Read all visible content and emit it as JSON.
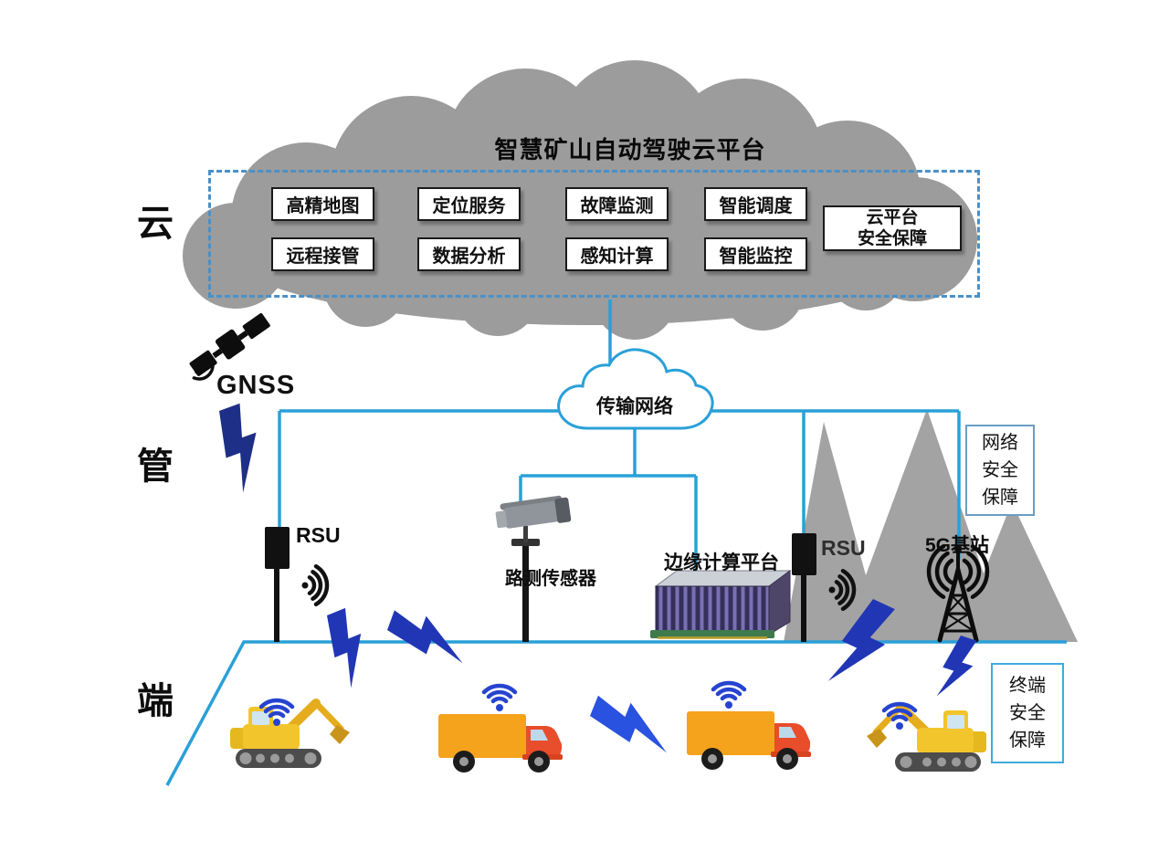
{
  "layers": {
    "cloud_label": "云",
    "network_label": "管",
    "terminal_label": "端"
  },
  "cloud_platform": {
    "title": "智慧矿山自动驾驶云平台",
    "modules_row1": [
      "高精地图",
      "定位服务",
      "故障监测",
      "智能调度"
    ],
    "modules_row2": [
      "远程接管",
      "数据分析",
      "感知计算",
      "智能监控"
    ],
    "security_box": {
      "line1": "云平台",
      "line2": "安全保障"
    }
  },
  "transport_layer": {
    "gnss_label": "GNSS",
    "transmission_network": "传输网络",
    "rsu_left": "RSU",
    "rsu_right": "RSU",
    "roadside_sensor": "路测传感器",
    "edge_computing": "边缘计算平台",
    "base_station_5g": "5G基站",
    "security_box": {
      "line1": "网络",
      "line2": "安全",
      "line3": "保障"
    }
  },
  "terminal_layer": {
    "security_box": {
      "line1": "终端",
      "line2": "安全",
      "line3": "保障"
    }
  },
  "colors": {
    "connection_line": "#2aa0d8",
    "cloud_gray": "#9c9c9c",
    "mountain_gray": "#a3a3a3",
    "dashed_border": "#4a90c8",
    "lightning_bolt": "#2136b4",
    "lightning_bolt_bright": "#2a52e0",
    "gnss_bolt": "#1d2f86",
    "wifi_blue": "#2644d0",
    "truck_orange": "#f5a21c",
    "truck_cab_red": "#e84d2c",
    "excavator_yellow": "#f3c52c"
  }
}
